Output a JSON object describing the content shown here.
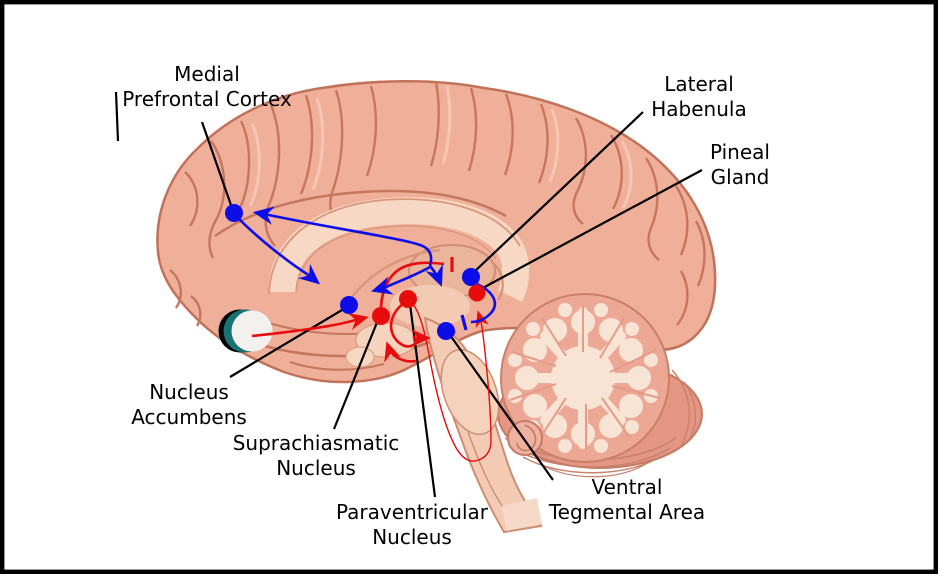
{
  "figure": {
    "type": "brain-sagittal-circuit-diagram",
    "background": "#ffffff",
    "border_color": "#000000"
  },
  "colors": {
    "node_blue": "#0d0de8",
    "node_red": "#e80d0d",
    "pathway_blue": "#0d0de8",
    "pathway_red": "#e80d0d",
    "leader_black": "#000000",
    "eye_iris_teal": "#1a7373",
    "eye_sclera": "#f2f1ee",
    "cortex_fill": "#efaf99",
    "cortex_outline": "#c1725a",
    "inner_pale": "#f6d8c4"
  },
  "labels": {
    "mpfc": {
      "line1": "Medial",
      "line2": "Prefrontal Cortex"
    },
    "lhb": {
      "line1": "Lateral",
      "line2": "Habenula"
    },
    "pineal": {
      "line1": "Pineal",
      "line2": "Gland"
    },
    "nac": {
      "line1": "Nucleus",
      "line2": "Accumbens"
    },
    "scn": {
      "line1": "Suprachiasmatic",
      "line2": "Nucleus"
    },
    "pvn": {
      "line1": "Paraventricular",
      "line2": "Nucleus"
    },
    "vta": {
      "line1": "Ventral",
      "line2": "Tegmental Area"
    }
  },
  "nodes": [
    {
      "id": "mpfc",
      "name": "Medial Prefrontal Cortex",
      "dot_color": "blue"
    },
    {
      "id": "nac",
      "name": "Nucleus Accumbens",
      "dot_color": "blue"
    },
    {
      "id": "scn",
      "name": "Suprachiasmatic Nucleus",
      "dot_color": "red"
    },
    {
      "id": "pvn",
      "name": "Paraventricular Nucleus",
      "dot_color": "red"
    },
    {
      "id": "vta",
      "name": "Ventral Tegmental Area",
      "dot_color": "blue"
    },
    {
      "id": "lhb",
      "name": "Lateral Habenula",
      "dot_color": "blue"
    },
    {
      "id": "pineal",
      "name": "Pineal Gland",
      "dot_color": "red"
    }
  ],
  "edges": [
    {
      "from": "eye",
      "to": "scn",
      "color": "red",
      "ending": "arrow"
    },
    {
      "from": "scn",
      "to": "lhb",
      "color": "red",
      "ending": "inhibitory-bar"
    },
    {
      "from": "pvn",
      "to": "vta",
      "color": "red",
      "ending": "arrow"
    },
    {
      "from": "vta-region",
      "to": "scn",
      "color": "red",
      "ending": "arrow"
    },
    {
      "from": "pvn",
      "to": "pineal",
      "color": "red",
      "ending": "arrow",
      "via": "brainstem-loop"
    },
    {
      "from": "vta-fork",
      "to": "mpfc",
      "color": "blue",
      "ending": "arrow"
    },
    {
      "from": "mpfc",
      "to": "nac-region",
      "color": "blue",
      "ending": "arrow"
    },
    {
      "from": "vta-fork",
      "to": "nac",
      "color": "blue",
      "ending": "arrow"
    },
    {
      "from": "vta-fork",
      "to": "vta",
      "color": "blue",
      "ending": "arrow"
    },
    {
      "from": "lhb",
      "to": "vta",
      "color": "blue",
      "ending": "inhibitory-bar"
    }
  ],
  "eye": {
    "name": "eye-retina"
  }
}
